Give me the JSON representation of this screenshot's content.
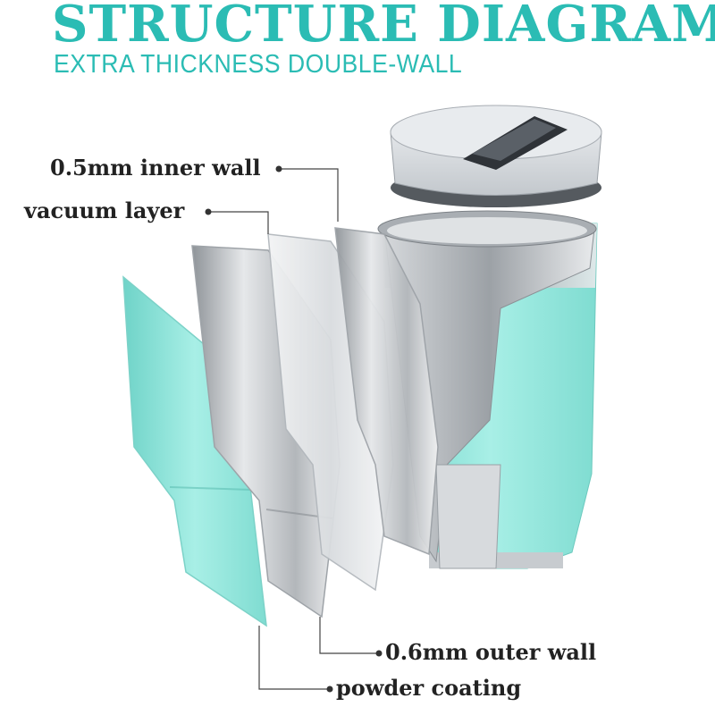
{
  "header": {
    "title": "STRUCTURE DIAGRAM",
    "subtitle": "EXTRA THICKNESS DOUBLE-WALL"
  },
  "labels": {
    "inner_wall": "0.5mm inner wall",
    "vacuum_layer": "vacuum layer",
    "outer_wall": "0.6mm outer wall",
    "powder_coating": "powder coating"
  },
  "colors": {
    "accent": "#2bbcb4",
    "powder_mint": "#8fe3d9",
    "steel": "#c9ccd0",
    "label_text": "#222222"
  }
}
